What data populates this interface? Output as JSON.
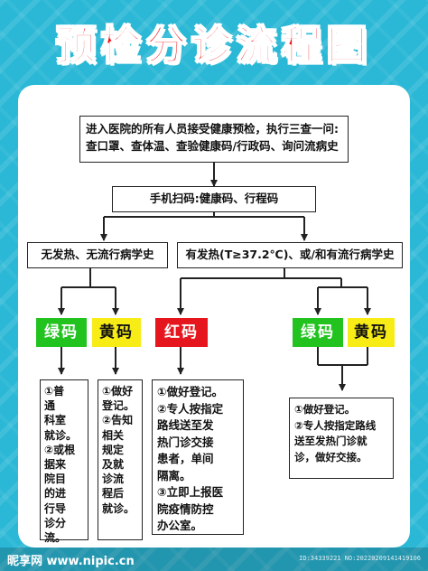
{
  "title": "预检分诊流程图",
  "steps": {
    "intro_line1": "进入医院的所有人员接受健康预检，执行三查一问:",
    "intro_line2": "查口罩、查体温、查验健康码/行政码、询问流病史",
    "scan": "手机扫码:健康码、行程码",
    "no_fever": "无发热、无流行病学史",
    "fever": "有发热(T≥37.2℃)、或/和有流行病学史"
  },
  "codes": {
    "green": "绿码",
    "yellow": "黄码",
    "red": "红码"
  },
  "instructions": {
    "green_vertical": "①普\n通\n科室\n就诊。\n②或根\n据来\n院目\n的进\n行导\n诊分\n流。",
    "yellow_vertical": "①做好\n登记。\n②告知\n相关\n规定\n及就\n诊流\n程后\n就诊。",
    "red": "①做好登记。\n②专人按指定\n路线送至发\n热门诊交接\n患者，单间\n隔离。\n③立即上报医\n院疫情防控\n办公室。",
    "right": "①做好登记。\n②专人按指定路线\n送至发热门诊就\n诊，做好交接。"
  },
  "watermark": {
    "logo": "昵享网 www.nipic.cn",
    "id": "ID:34339221 NO:20220209141419106"
  },
  "colors": {
    "background": "#2bb8d6",
    "title": "#e8121b",
    "green_badge": "#22c21f",
    "yellow_badge": "#f7ec15",
    "red_badge": "#e5161d"
  }
}
